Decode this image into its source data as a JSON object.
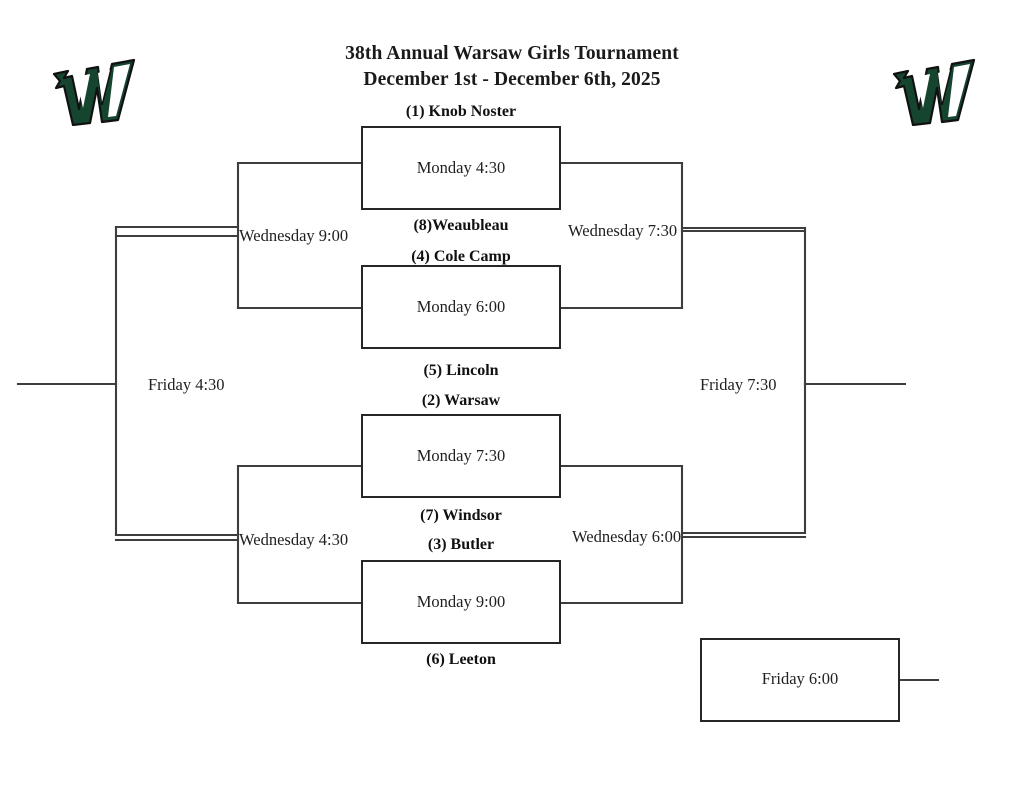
{
  "header": {
    "title_line1": "38th Annual Warsaw Girls Tournament",
    "title_line2": "December 1st - December 6th, 2025",
    "logo_letter": "W",
    "logo_color": "#15452f"
  },
  "bracket": {
    "teams": [
      {
        "id": "team-1",
        "label": "(1)  Knob Noster"
      },
      {
        "id": "team-8",
        "label": "(8)Weaubleau"
      },
      {
        "id": "team-4",
        "label": "(4)  Cole Camp"
      },
      {
        "id": "team-5",
        "label": "(5)  Lincoln"
      },
      {
        "id": "team-2",
        "label": "(2)  Warsaw"
      },
      {
        "id": "team-7",
        "label": "(7)  Windsor"
      },
      {
        "id": "team-3",
        "label": "(3)  Butler"
      },
      {
        "id": "team-6",
        "label": "(6)  Leeton"
      }
    ],
    "games": [
      {
        "id": "g1",
        "time": "Monday 4:30"
      },
      {
        "id": "g2",
        "time": "Monday 6:00"
      },
      {
        "id": "g3",
        "time": "Monday 7:30"
      },
      {
        "id": "g4",
        "time": "Monday 9:00"
      }
    ],
    "rounds": {
      "semi_left_top": "Wednesday 9:00",
      "semi_left_bottom": "Wednesday 4:30",
      "semi_right_top": "Wednesday 7:30",
      "semi_right_bottom": "Wednesday 6:00",
      "final_left": "Friday 4:30",
      "final_right": "Friday 7:30"
    },
    "consolation": {
      "time": "Friday 6:00"
    }
  }
}
